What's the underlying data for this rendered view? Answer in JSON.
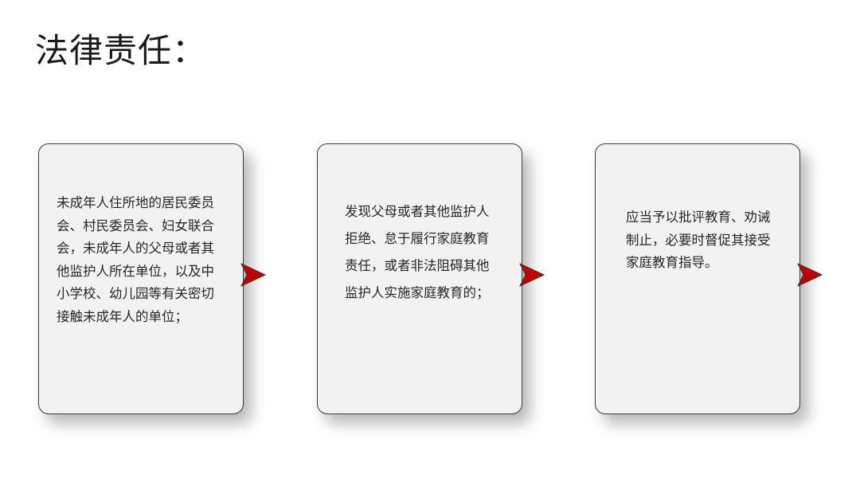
{
  "title": "法律责任：",
  "colors": {
    "card_fill": "#f2f2f2",
    "card_border": "#3a3a3a",
    "arrow": "#c00000"
  },
  "cards": [
    {
      "text": "未成年人住所地的居民委员会、村民委员会、妇女联合会，未成年人的父母或者其他监护人所在单位，以及中小学校、幼儿园等有关密切接触未成年人的单位；",
      "connector_icon": "arrow-right-icon"
    },
    {
      "text": "发现父母或者其他监护人拒绝、怠于履行家庭教育责任，或者非法阻碍其他监护人实施家庭教育的；",
      "connector_icon": "arrow-right-icon"
    },
    {
      "text": "应当予以批评教育、劝诫制止，必要时督促其接受家庭教育指导。",
      "connector_icon": "arrow-right-icon"
    }
  ]
}
